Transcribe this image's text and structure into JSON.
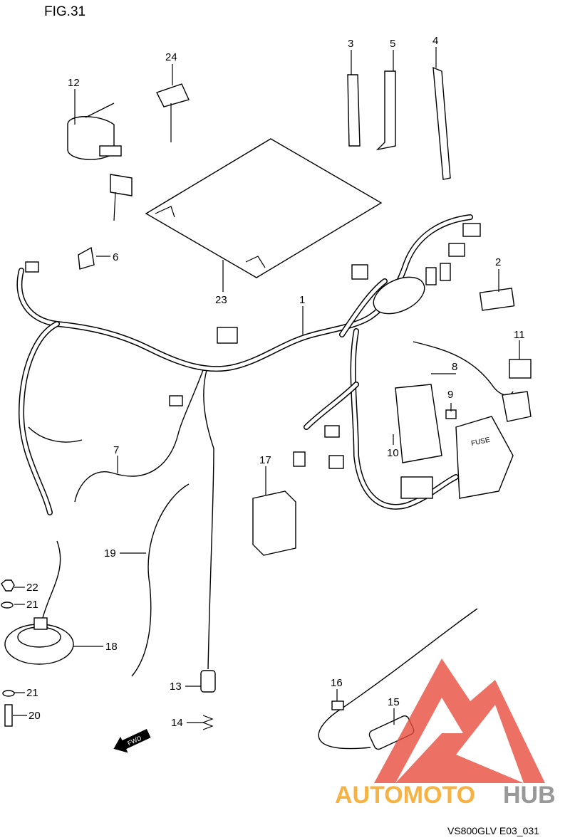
{
  "figure_title": "FIG.31",
  "footer_code": "VS800GLV E03_031",
  "direction_arrow_label": "FWD",
  "fuse_box_label": "FUSE",
  "watermark": {
    "text_orange": "AUTOMOTO",
    "text_gray": "HUB",
    "color_orange": "#f5a623",
    "color_gray": "#888888",
    "color_triangle": "#e84c3d"
  },
  "callouts": {
    "c1": "1",
    "c2": "2",
    "c3": "3",
    "c4": "4",
    "c5": "5",
    "c6": "6",
    "c7": "7",
    "c8": "8",
    "c9": "9",
    "c10": "10",
    "c11": "11",
    "c12": "12",
    "c13": "13",
    "c14": "14",
    "c15": "15",
    "c16": "16",
    "c17": "17",
    "c18": "18",
    "c19": "19",
    "c20": "20",
    "c21a": "21",
    "c21b": "21",
    "c22": "22",
    "c23": "23",
    "c24": "24"
  }
}
